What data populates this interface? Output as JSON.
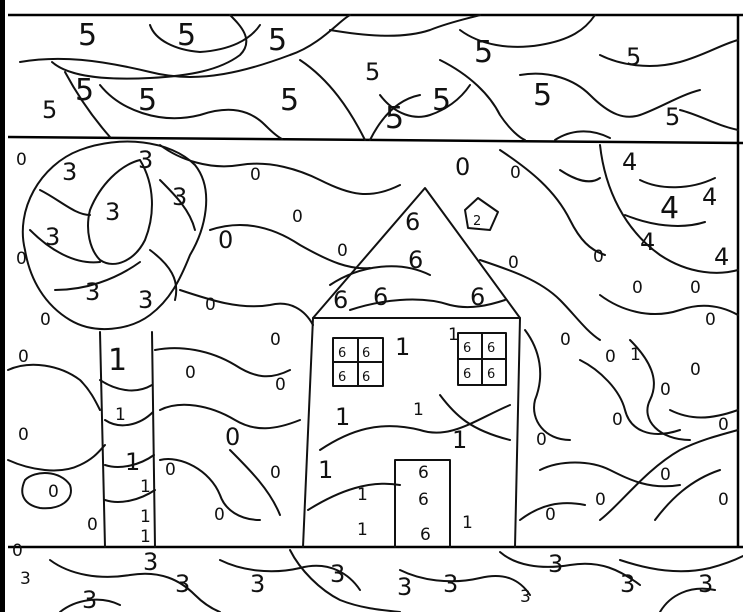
{
  "sky": {
    "label_5": "5"
  },
  "field": {
    "label_0": "0"
  },
  "tree": {
    "label_3": "3",
    "label_1": "1"
  },
  "house": {
    "label_6": "6",
    "label_1": "1"
  },
  "sun": {
    "label_4": "4"
  },
  "ground": {
    "label_3": "3"
  },
  "chimney": {
    "label_2": "2"
  }
}
